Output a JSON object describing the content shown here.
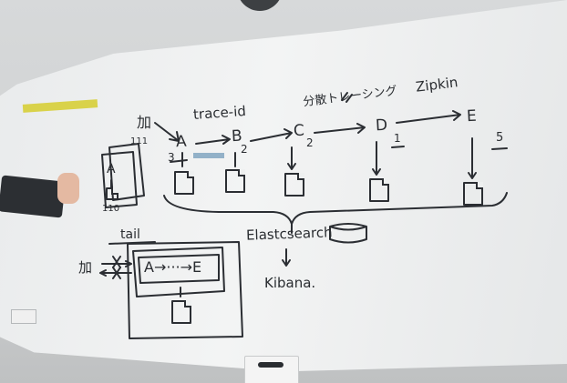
{
  "labels": {
    "trace_id": "trace-id",
    "jp_tracing": "分散トレーシング",
    "zipkin": "Zipkin",
    "kana": "加",
    "svc_a": "A",
    "svc_b": "B",
    "svc_c": "C",
    "svc_d": "D",
    "svc_e": "E",
    "hop_ab": "2",
    "hop_bc": "2",
    "hop_cd": "1",
    "hop_de": "5",
    "left_num": "3",
    "stack_top": "111",
    "stack_bottom": "110",
    "stack_a": "A",
    "tail": "tail",
    "flow": "A→···→E",
    "elasticsearch": "Elastcsearch",
    "kibana": "Kibana."
  },
  "colors": {
    "ink": "#2a2d31",
    "board": "#eef0f0",
    "tape": "#d9d24a"
  }
}
